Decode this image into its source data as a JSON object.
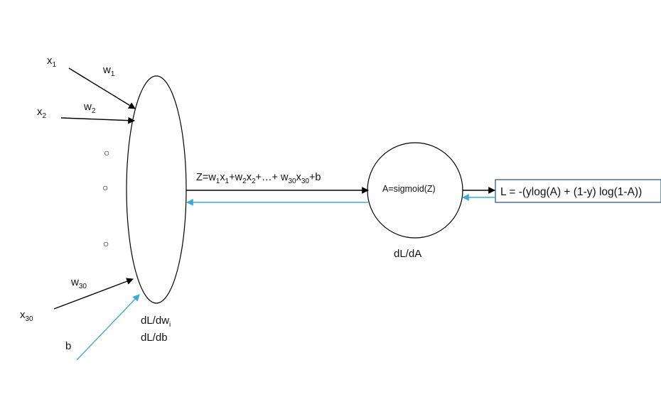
{
  "colors": {
    "forward": "#000000",
    "backward": "#3fa9d6",
    "stroke": "#000000",
    "box_border": "#2e5c8a",
    "background": "#ffffff"
  },
  "inputs": {
    "x1": {
      "base": "x",
      "sub": "1"
    },
    "x2": {
      "base": "x",
      "sub": "2"
    },
    "x30": {
      "base": "x",
      "sub": "30"
    },
    "b": "b"
  },
  "weights": {
    "w1": {
      "base": "w",
      "sub": "1"
    },
    "w2": {
      "base": "w",
      "sub": "2"
    },
    "w30": {
      "base": "w",
      "sub": "30"
    }
  },
  "ellipsis_markers": [
    "○",
    "○",
    "○"
  ],
  "neuron": {
    "linear_eq": {
      "p1": "Z=w",
      "s1": "1",
      "p2": "x",
      "s2": "1",
      "p3": "+w",
      "s3": "2",
      "p4": "x",
      "s4": "2",
      "p5": "+…+ w",
      "s5": "30",
      "p6": "x",
      "s6": "30",
      "p7": "+b"
    },
    "grad_w": {
      "base": "dL/dw",
      "sub": "i"
    },
    "grad_b": "dL/db"
  },
  "activation": {
    "label": "A=sigmoid(Z)",
    "grad": "dL/dA"
  },
  "loss": {
    "formula": "L = -(ylog(A) + (1-y) log(1-A))"
  }
}
